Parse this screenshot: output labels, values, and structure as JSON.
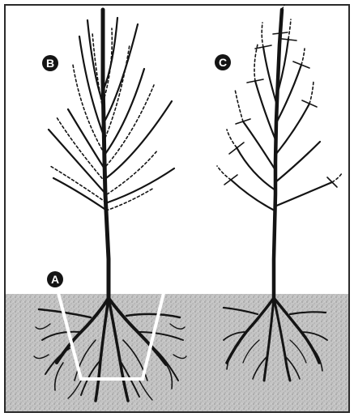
{
  "labels": {
    "a": "A",
    "b": "B",
    "c": "C"
  },
  "colors": {
    "ink": "#141414",
    "paper": "#ffffff",
    "soil": "#bdbdbd",
    "frame": "#2a2a2a",
    "planting_hole": "#ffffff"
  }
}
